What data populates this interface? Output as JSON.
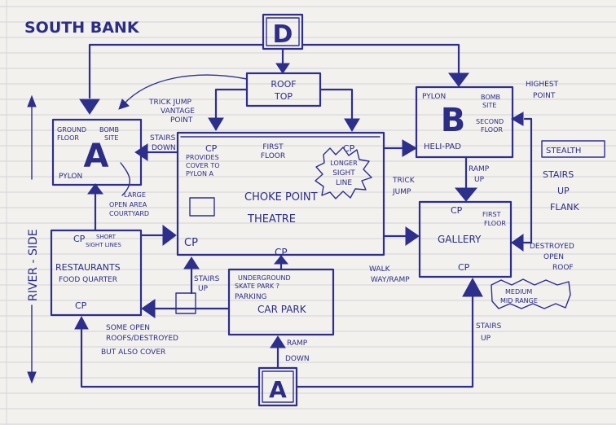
{
  "title": "SOUTH BANK",
  "side_label": "RIVER - SIDE",
  "nodes": {
    "d_marker": "D",
    "roof": [
      "ROOF",
      "TOP"
    ],
    "bombsite_a": {
      "letter": "A",
      "ground": [
        "GROUND",
        "FLOOR"
      ],
      "bomb": [
        "BOMB",
        "SITE"
      ],
      "pylon": "PYLON"
    },
    "bombsite_b": {
      "letter": "B",
      "pylon": "PYLON",
      "bomb": [
        "BOMB",
        "SITE"
      ],
      "second": [
        "SECOND",
        "FLOOR"
      ],
      "helipad": "HELI-PAD"
    },
    "theatre": {
      "cp_left": "CP",
      "first": [
        "FIRST",
        "FLOOR"
      ],
      "cp_right": "CP",
      "name": [
        "CHOKE POINT",
        "THEATRE"
      ],
      "cp_bottom": "CP",
      "cover": [
        "PROVIDES",
        "COVER TO",
        "PYLON A"
      ]
    },
    "restaurants": {
      "cp_top": "CP",
      "name": [
        "RESTAURANTS",
        "FOOD QUARTER"
      ],
      "cp_bottom": "CP"
    },
    "car_park": {
      "cp": "CP",
      "name": [
        "UNDERGROUND",
        "SKATE PARK ?",
        "PARKING",
        "CAR PARK"
      ]
    },
    "gallery": {
      "cp_top": "CP",
      "first": [
        "FIRST",
        "FLOOR"
      ],
      "name": "GALLERY",
      "cp_bottom": "CP"
    },
    "a_marker": "A"
  },
  "annotations": {
    "highest": [
      "HIGHEST",
      "POINT"
    ],
    "trick_vantage": [
      "TRICK JUMP",
      "VANTAGE",
      "POINT"
    ],
    "stairs_down": [
      "STAIRS",
      "DOWN"
    ],
    "large_open": [
      "LARGE",
      "OPEN AREA",
      "COURTYARD"
    ],
    "short_sight": [
      "SHORT",
      "SIGHT LINES"
    ],
    "stairs_up_left": [
      "STAIRS",
      "UP"
    ],
    "some_open": [
      "SOME OPEN",
      "ROOFS/DESTROYED",
      "BUT ALSO COVER"
    ],
    "ramp_down": [
      "RAMP",
      "DOWN"
    ],
    "walkway": [
      "WALK",
      "WAY/RAMP"
    ],
    "stairs_up_right": [
      "STAIRS",
      "UP"
    ],
    "medium": [
      "MEDIUM",
      "MID RANGE"
    ],
    "destroyed": [
      "DESTROYED",
      "OPEN",
      "ROOF"
    ],
    "ramp_up": [
      "RAMP",
      "UP"
    ],
    "trick_jump": [
      "TRICK",
      "JUMP"
    ],
    "longer": [
      "LONGER",
      "SIGHT",
      "LINE"
    ],
    "stealth": "STEALTH",
    "stairs_flank": [
      "STAIRS",
      "UP",
      "FLANK"
    ]
  }
}
